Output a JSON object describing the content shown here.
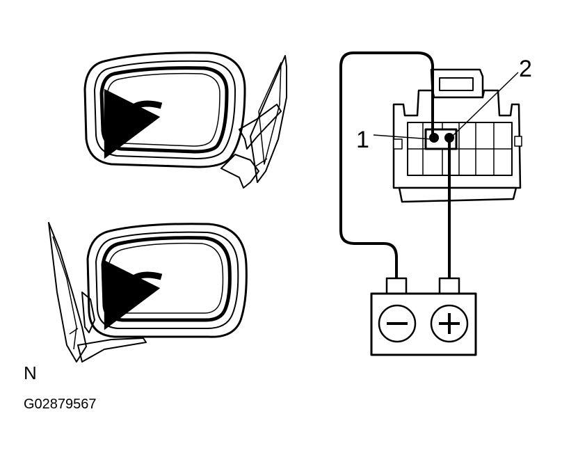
{
  "diagram": {
    "callouts": {
      "terminal_1": "1",
      "terminal_2": "2"
    },
    "battery": {
      "negative_symbol": "−",
      "positive_symbol": "+"
    },
    "footer": {
      "side_mark": "N",
      "figure_code": "G02879567"
    },
    "colors": {
      "ink": "#000000",
      "paper": "#ffffff"
    }
  }
}
